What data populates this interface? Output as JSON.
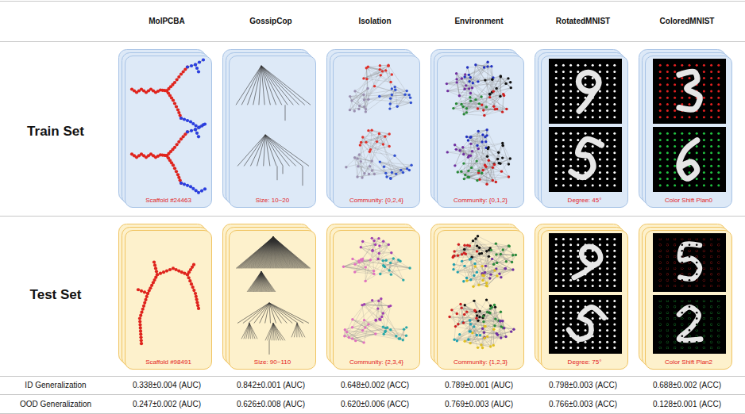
{
  "diagram": {
    "nodes": [
      {
        "text": [
          "Scaffold #24463"
        ]
      },
      {
        "text": [
          "Size: 10~20"
        ]
      },
      {
        "text": [
          "Community: {0,2,4}"
        ]
      },
      {
        "text": [
          "Community: {0,1,2}"
        ]
      },
      {
        "text": [
          "Degree: 45°"
        ]
      },
      {
        "text": [
          "Color Shift Plan0"
        ]
      },
      {
        "text": [
          "Scaffold #98491"
        ]
      },
      {
        "text": [
          "Size: 90~110"
        ]
      },
      {
        "text": [
          "Community: {2,3,4}"
        ]
      },
      {
        "text": [
          "Community: {1,2,3}"
        ]
      },
      {
        "text": [
          "Degree: 75°"
        ]
      },
      {
        "text": [
          "Color Shift Plan2"
        ]
      }
    ],
    "labels": [
      "MolPCBA",
      "GossipCop",
      "Isolation",
      "Environment",
      "RotatedMNIST",
      "ColoredMNIST",
      "Train Set",
      "Test Set",
      "ID Generalization",
      "0.338±0.004 (AUC)",
      "0.842±0.001 (AUC)",
      "0.648±0.002 (ACC)",
      "0.789±0.001 (AUC)",
      "0.798±0.003 (ACC)",
      "0.688±0.002 (ACC)",
      "OOD Generalization",
      "0.247±0.002 (AUC)",
      "0.626±0.008 (AUC)",
      "0.620±0.006 (ACC)",
      "0.769±0.003 (AUC)",
      "0.766±0.003 (ACC)",
      "0.128±0.001 (ACC)"
    ]
  }
}
